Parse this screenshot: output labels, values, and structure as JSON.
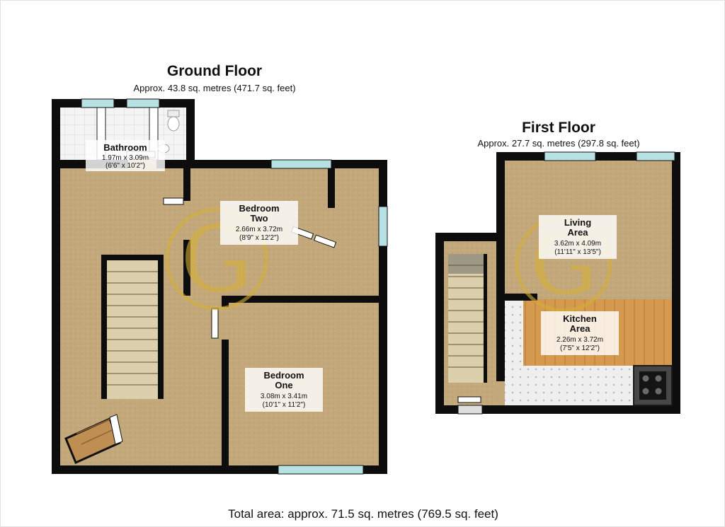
{
  "ground_floor": {
    "title": "Ground Floor",
    "subtitle": "Approx. 43.8 sq. metres (471.7 sq. feet)",
    "rooms": {
      "bathroom": {
        "name": "Bathroom",
        "metric": "1.97m x 3.09m",
        "imperial": "(6'6\" x 10'2\")"
      },
      "bedroom_two": {
        "name1": "Bedroom",
        "name2": "Two",
        "metric": "2.66m x 3.72m",
        "imperial": "(8'9\" x 12'2\")"
      },
      "bedroom_one": {
        "name1": "Bedroom",
        "name2": "One",
        "metric": "3.08m x 3.41m",
        "imperial": "(10'1\" x 11'2\")"
      }
    }
  },
  "first_floor": {
    "title": "First Floor",
    "subtitle": "Approx. 27.7 sq. metres (297.8 sq. feet)",
    "rooms": {
      "living_area": {
        "name1": "Living",
        "name2": "Area",
        "metric": "3.62m x 4.09m",
        "imperial": "(11'11\" x 13'5\")"
      },
      "kitchen_area": {
        "name1": "Kitchen",
        "name2": "Area",
        "metric": "2.26m x 3.72m",
        "imperial": "(7'5\" x 12'2\")"
      }
    }
  },
  "footer": {
    "total_area": "Total area: approx. 71.5 sq. metres (769.5 sq. feet)"
  },
  "watermark": {
    "letter": "G",
    "color": "#d4af37"
  },
  "colors": {
    "wall": "#0d0d0d",
    "carpet": "#c3a87b",
    "tile": "#f4f4f4",
    "window": "#b7e1e3",
    "wood_floor": "#d59a4f",
    "stairs": "#dccfab",
    "counter": "#474747"
  }
}
